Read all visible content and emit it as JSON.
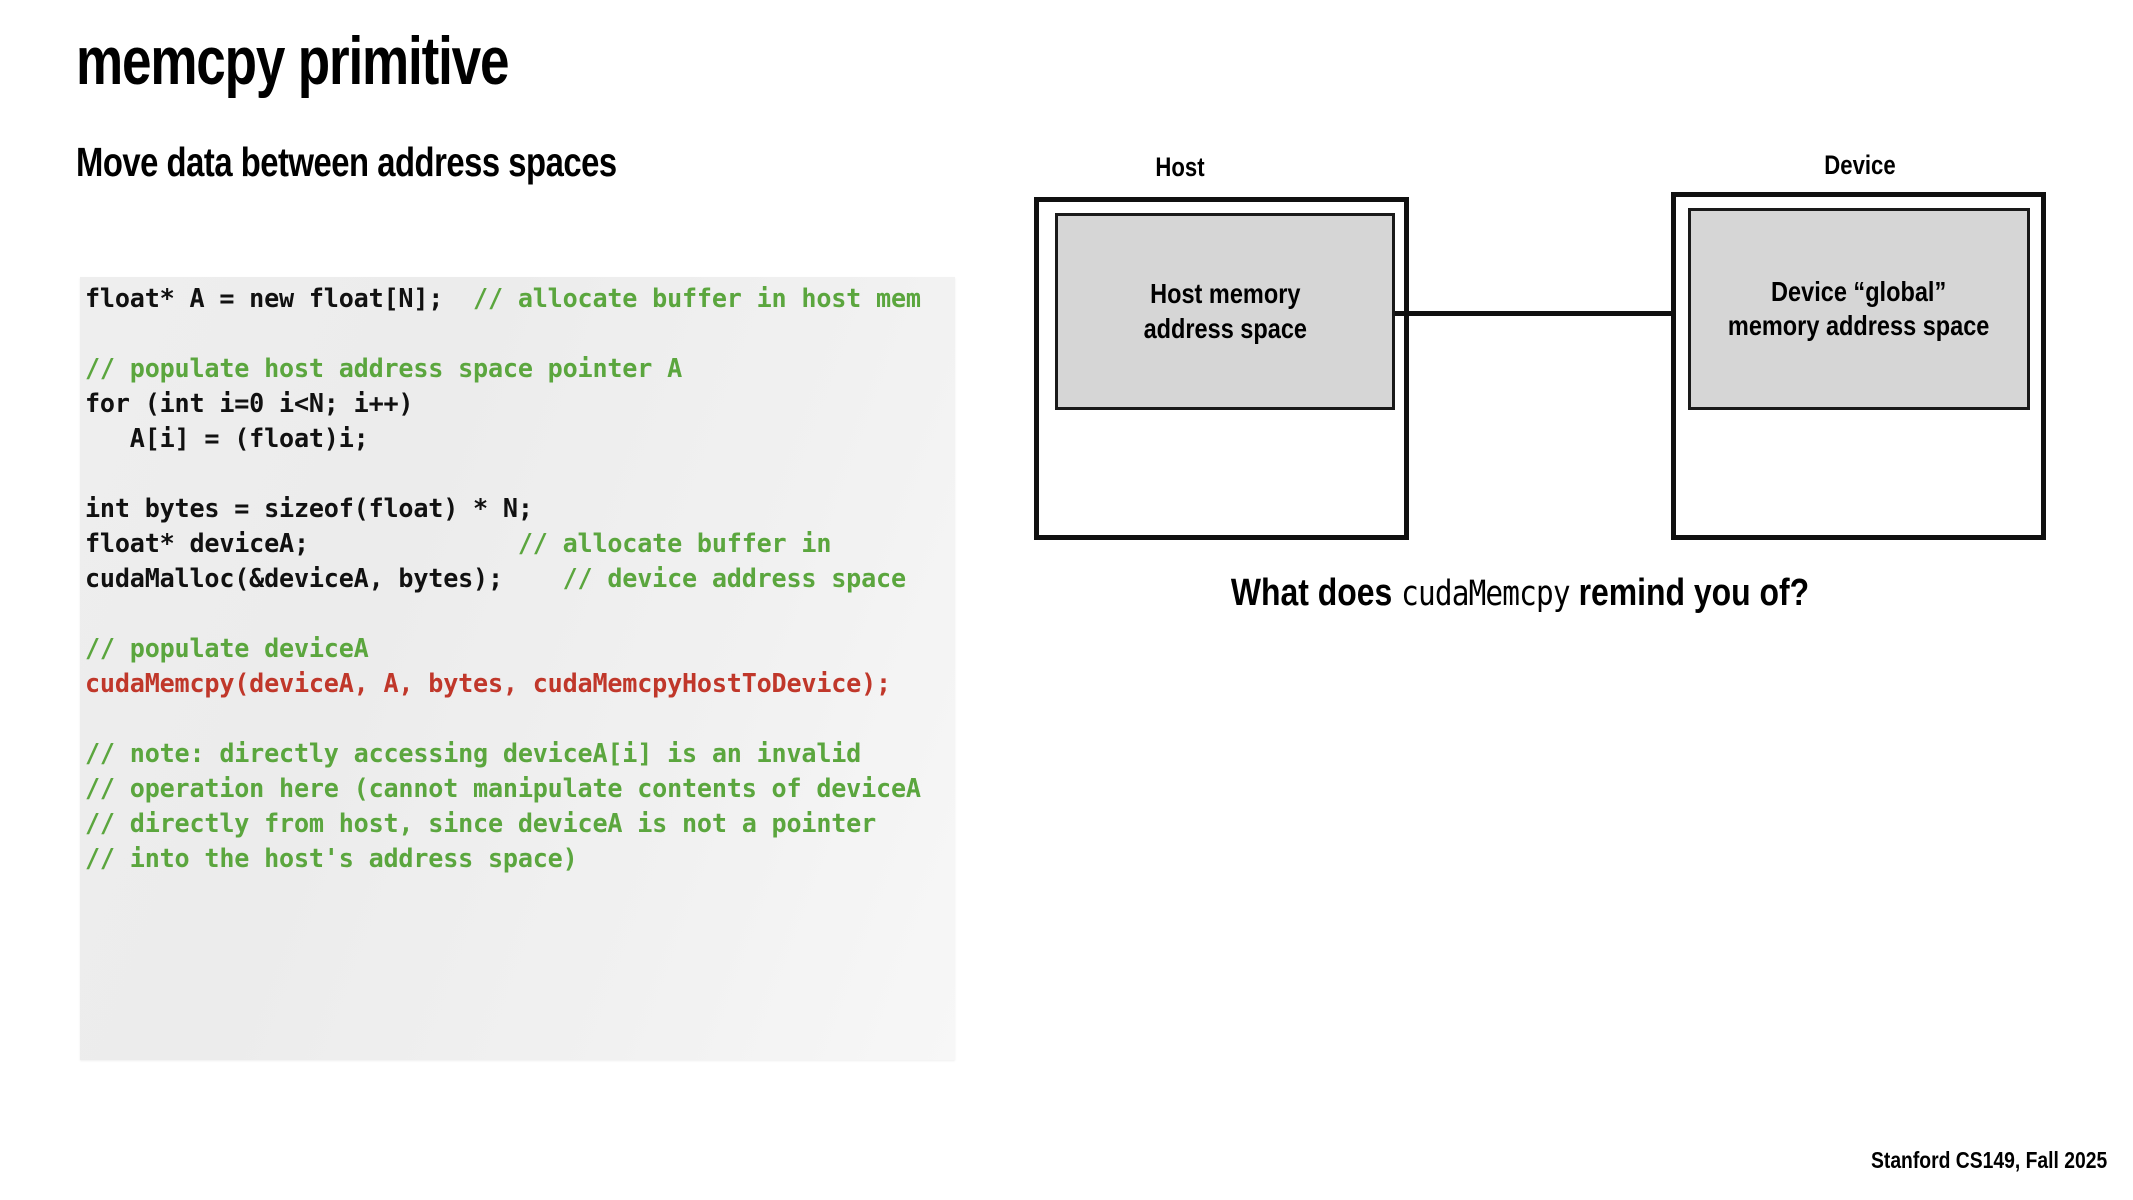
{
  "slide": {
    "title": "memcpy primitive",
    "subtitle": "Move data between address spaces",
    "footer": "Stanford CS149, Fall 2025"
  },
  "code_panel": {
    "language": "cuda-cpp",
    "colors": {
      "comment": "#5BA63E",
      "highlight": "#C0372A",
      "text": "#111111",
      "background": "#EFEFEF"
    },
    "lines": [
      "float* A = new float[N];  // allocate buffer in host mem",
      "",
      "// populate host address space pointer A",
      "for (int i=0 i<N; i++)",
      "   A[i] = (float)i;",
      "",
      "int bytes = sizeof(float) * N;",
      "float* deviceA;              // allocate buffer in",
      "cudaMalloc(&deviceA, bytes);    // device address space",
      "",
      "// populate deviceA",
      "cudaMemcpy(deviceA, A, bytes, cudaMemcpyHostToDevice);",
      "",
      "// note: directly accessing deviceA[i] is an invalid",
      "// operation here (cannot manipulate contents of deviceA",
      "// directly from host, since deviceA is not a pointer",
      "// into the host's address space)"
    ]
  },
  "diagram": {
    "host": {
      "label": "Host",
      "memory_label_line1": "Host memory",
      "memory_label_line2": "address space"
    },
    "device": {
      "label": "Device",
      "memory_label_line1": "Device “global”",
      "memory_label_line2": "memory address space"
    },
    "question_prefix": "What does ",
    "question_mono": "cudaMemcpy",
    "question_suffix": " remind you of?"
  }
}
